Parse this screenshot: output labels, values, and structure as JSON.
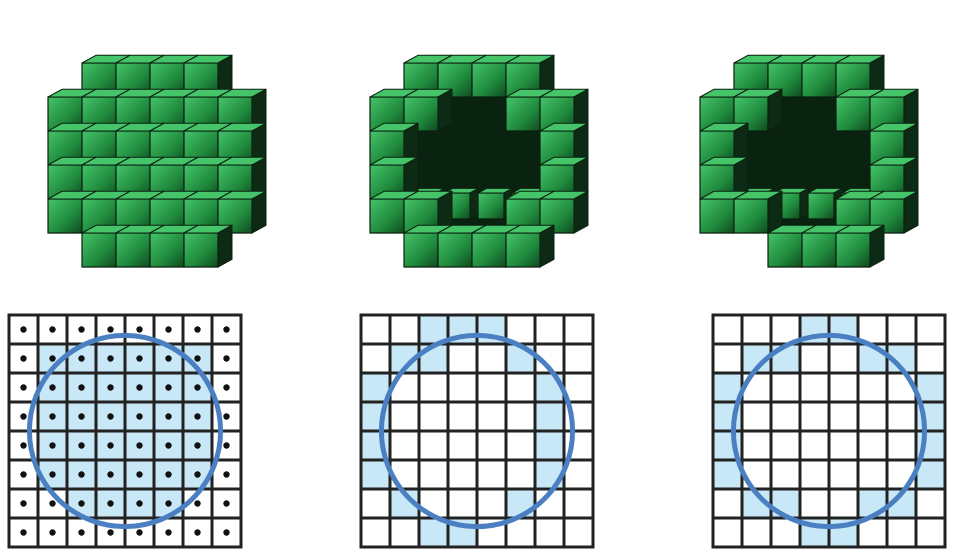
{
  "colors": {
    "voxel_face": "#1f8a3c",
    "voxel_highlight": "#45c46a",
    "voxel_shadow": "#0d2b14",
    "grid_line": "#222222",
    "fill": "#c9e8f7",
    "circle": "#4a7fc1",
    "dot": "#111111"
  },
  "panels": [
    {
      "id": "solid",
      "voxel_shape": "solid-blob",
      "grid_size": 8,
      "show_dots": true,
      "filled_cells": [
        [
          0,
          0,
          0,
          0,
          0,
          0,
          0,
          0
        ],
        [
          0,
          1,
          1,
          1,
          1,
          1,
          1,
          0
        ],
        [
          0,
          1,
          1,
          1,
          1,
          1,
          1,
          0
        ],
        [
          0,
          1,
          1,
          1,
          1,
          1,
          1,
          0
        ],
        [
          0,
          1,
          1,
          1,
          1,
          1,
          1,
          0
        ],
        [
          0,
          1,
          1,
          1,
          1,
          1,
          1,
          0
        ],
        [
          0,
          0,
          1,
          1,
          1,
          1,
          0,
          0
        ],
        [
          0,
          0,
          0,
          0,
          0,
          0,
          0,
          0
        ]
      ]
    },
    {
      "id": "thin-shell",
      "voxel_shape": "hollow-shell",
      "grid_size": 8,
      "show_dots": false,
      "filled_cells": [
        [
          0,
          0,
          1,
          1,
          1,
          0,
          0,
          0
        ],
        [
          0,
          1,
          1,
          0,
          0,
          1,
          0,
          0
        ],
        [
          1,
          0,
          0,
          0,
          0,
          0,
          1,
          0
        ],
        [
          1,
          0,
          0,
          0,
          0,
          0,
          1,
          0
        ],
        [
          1,
          0,
          0,
          0,
          0,
          0,
          1,
          0
        ],
        [
          1,
          0,
          0,
          0,
          0,
          0,
          1,
          0
        ],
        [
          0,
          1,
          0,
          0,
          0,
          1,
          0,
          0
        ],
        [
          0,
          0,
          1,
          1,
          0,
          0,
          0,
          0
        ]
      ]
    },
    {
      "id": "thick-shell",
      "voxel_shape": "hollow-shell-cut",
      "grid_size": 8,
      "show_dots": false,
      "filled_cells": [
        [
          0,
          0,
          0,
          1,
          1,
          0,
          0,
          0
        ],
        [
          0,
          1,
          1,
          0,
          0,
          1,
          1,
          0
        ],
        [
          1,
          0,
          0,
          0,
          0,
          0,
          0,
          1
        ],
        [
          1,
          0,
          0,
          0,
          0,
          0,
          0,
          1
        ],
        [
          1,
          0,
          0,
          0,
          0,
          0,
          0,
          1
        ],
        [
          1,
          0,
          0,
          0,
          0,
          0,
          0,
          1
        ],
        [
          0,
          1,
          1,
          0,
          0,
          1,
          1,
          0
        ],
        [
          0,
          0,
          0,
          1,
          1,
          0,
          0,
          0
        ]
      ]
    }
  ]
}
